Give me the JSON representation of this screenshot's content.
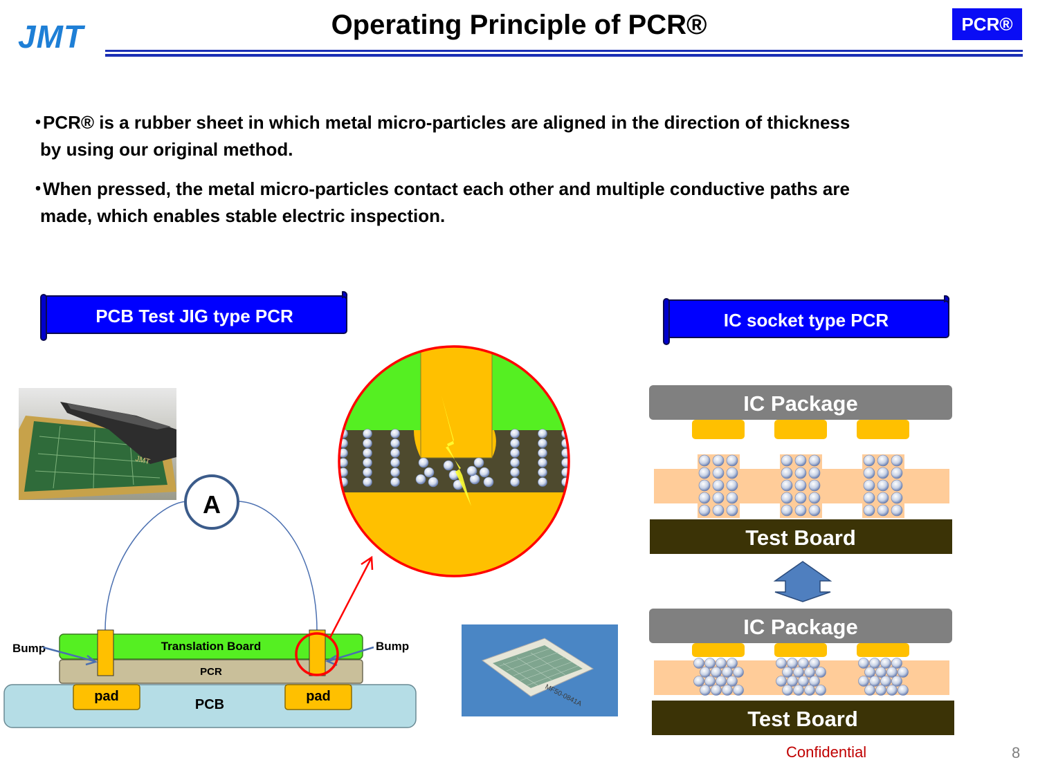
{
  "header": {
    "logo": "JMT",
    "title": "Operating Principle of PCR®",
    "badge": "PCR®",
    "colors": {
      "rule": "#1a2fb5",
      "badge_bg": "#0a0df5",
      "logo": "#1e7fd6"
    }
  },
  "bullets": [
    {
      "marker": "・",
      "line1": "PCR® is a rubber sheet in which metal micro-particles are aligned in the direction of thickness",
      "line2": "by using our original method."
    },
    {
      "marker": "・",
      "line1": "When pressed, the metal micro-particles contact each other and multiple conductive paths are",
      "line2": "made,  which enables stable electric inspection."
    }
  ],
  "left_section": {
    "banner": "PCB Test JIG type PCR",
    "callout_label": "A",
    "bump_left": "Bump",
    "bump_right": "Bump",
    "translation_board": "Translation Board",
    "pcr": "PCR",
    "pcb": "PCB",
    "pad_left": "pad",
    "pad_right": "pad",
    "sheet_photo_mark": "JMT",
    "chip_photo_mark": "MF50-0841A"
  },
  "right_section": {
    "banner": "IC socket type PCR",
    "top": {
      "package": "IC Package",
      "board": "Test Board"
    },
    "bottom": {
      "package": "IC Package",
      "board": "Test Board"
    }
  },
  "footer": {
    "confidential": "Confidential",
    "page": "8"
  },
  "colors": {
    "banner": "#0000ff",
    "green": "#55ef22",
    "gold": "#ffc000",
    "rubber": "#4e4a2e",
    "pcb": "#b5dde6",
    "pcr_layer": "#c9bf9a",
    "test_board": "#3b3306",
    "ic_package": "#808080",
    "pcr_sheet": "#ffcc99",
    "confidential": "#c00000"
  },
  "icons": [
    "double-arrow-icon",
    "lightning-icon",
    "particle-icon"
  ]
}
